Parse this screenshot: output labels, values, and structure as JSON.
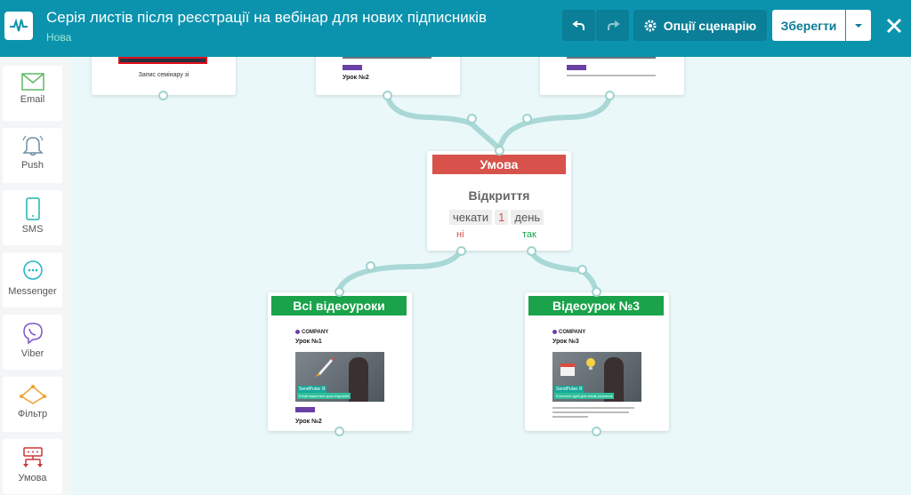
{
  "header": {
    "title": "Серія листів після реєстрації на вебінар для нових підписників",
    "status": "Нова",
    "options_label": "Опції сценарію",
    "save_label": "Зберегти"
  },
  "sidebar": {
    "items": [
      {
        "label": "Email",
        "icon": "envelope-icon"
      },
      {
        "label": "Push",
        "icon": "bell-icon"
      },
      {
        "label": "SMS",
        "icon": "phone-icon"
      },
      {
        "label": "Messenger",
        "icon": "chat-icon"
      },
      {
        "label": "Viber",
        "icon": "viber-icon"
      },
      {
        "label": "Фільтр",
        "icon": "filter-icon"
      },
      {
        "label": "Умова",
        "icon": "condition-icon"
      }
    ]
  },
  "top_cards": {
    "left_caption": "Запис семінару зі",
    "middle_lesson": "Урок №2"
  },
  "condition": {
    "header": "Умова",
    "title": "Відкриття",
    "wait_label": "чекати",
    "wait_value": "1",
    "wait_unit": "день",
    "no_label": "ні",
    "yes_label": "так"
  },
  "email_left": {
    "header": "Всі відеоуроки",
    "company": "COMPANY",
    "lesson_top": "Урок №1",
    "badge": "SendPulse Я",
    "badge_sub": "Email маркетинг для стартапів",
    "lesson_bottom": "Урок №2"
  },
  "email_right": {
    "header": "Відеоурок №3",
    "company": "COMPANY",
    "lesson_top": "Урок №3",
    "badge": "SendPulse Я",
    "badge_sub": "5 контент-ідей для email-розсилок"
  },
  "colors": {
    "header_bg": "#0b93ae",
    "condition": "#d6524b",
    "email": "#1aa34a",
    "connector": "#9fd3d0"
  }
}
